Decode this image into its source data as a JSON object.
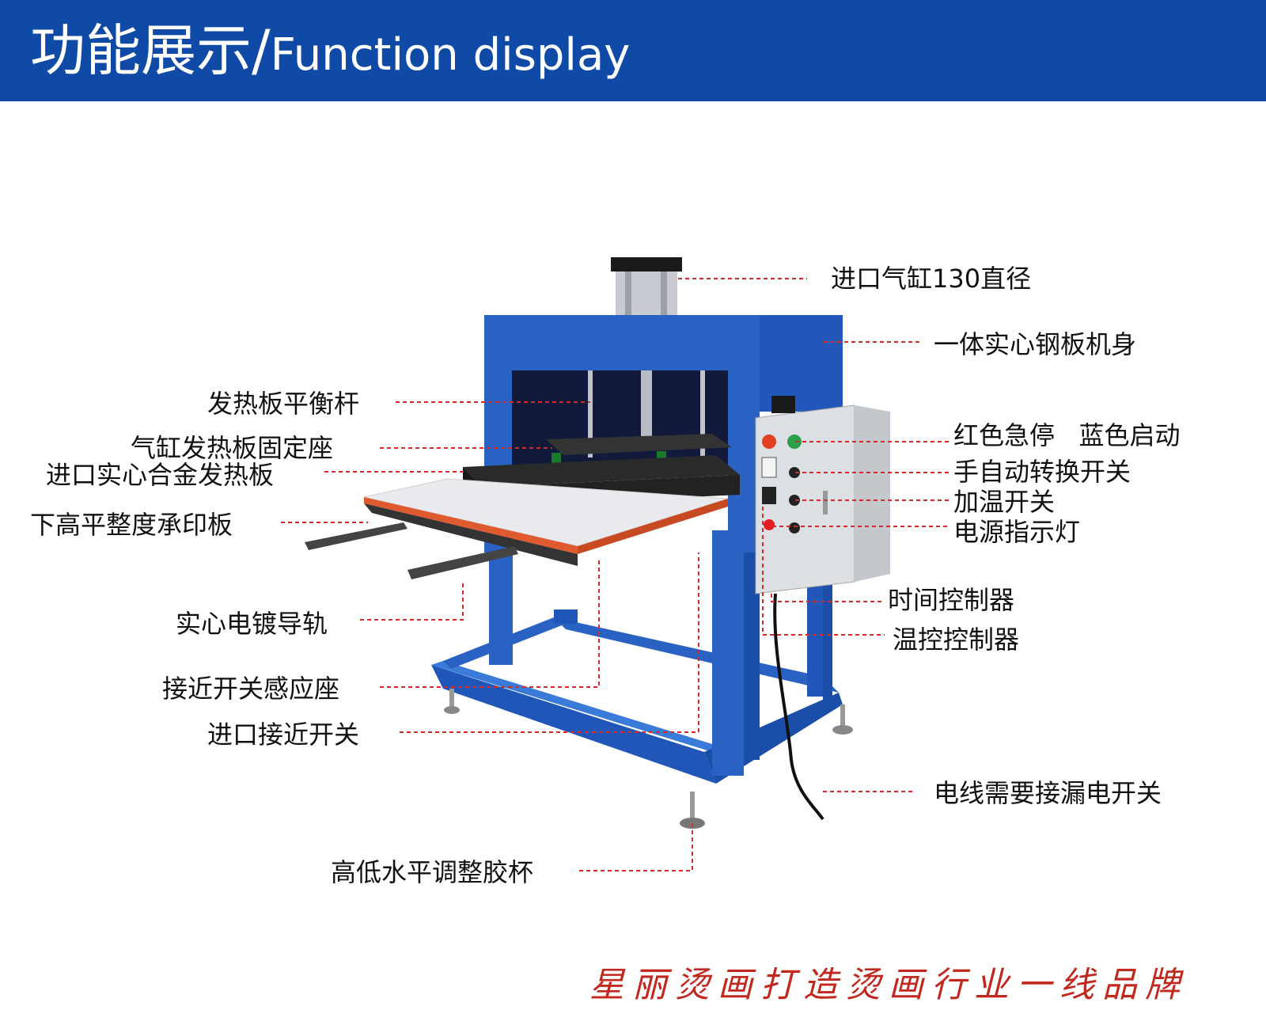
{
  "header": {
    "title_cn": "功能展示/",
    "title_en": "Function display",
    "background": "#0f4aa6"
  },
  "labels": {
    "cylinder": "进口气缸130直径",
    "body": "一体实心钢板机身",
    "balance_rod": "发热板平衡杆",
    "cylinder_seat": "气缸发热板固定座",
    "heating_plate": "进口实心合金发热板",
    "print_plate": "下高平整度承印板",
    "buttons": "红色急停   蓝色启动",
    "auto_switch": "手自动转换开关",
    "heat_switch": "加温开关",
    "power_light": "电源指示灯",
    "guide_rail": "实心电镀导轨",
    "timer": "时间控制器",
    "sensor_seat": "接近开关感应座",
    "temp_ctrl": "温控控制器",
    "prox_switch": "进口接近开关",
    "cable": "电线需要接漏电开关",
    "feet": "高低水平调整胶杯"
  },
  "slogan": "星丽烫画打造烫画行业一线品牌",
  "colors": {
    "machine_blue": "#2a62c4",
    "leader_red": "#d42a2a",
    "slogan_red": "#c1281e"
  }
}
